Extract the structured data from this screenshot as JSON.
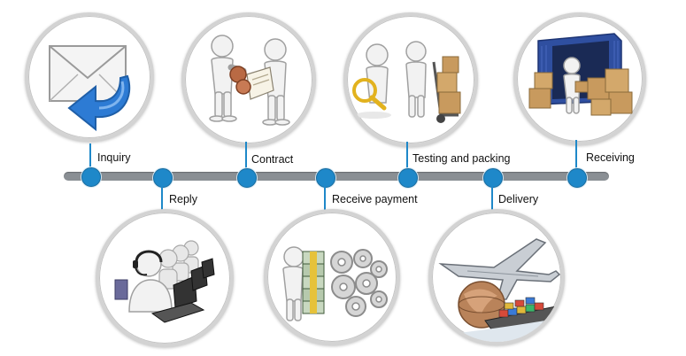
{
  "steps": {
    "inquiry": "Inquiry",
    "reply": "Reply",
    "contract": "Contract",
    "receive_payment": "Receive payment",
    "testing_packing": "Testing and packing",
    "delivery": "Delivery",
    "receiving": "Receiving"
  },
  "icons": {
    "inquiry": "envelope-reply-arrow-icon",
    "reply": "call-center-operators-icon",
    "contract": "handshake-contract-icon",
    "receive_payment": "money-gears-icon",
    "testing_packing": "inspection-cart-boxes-icon",
    "delivery": "airplane-ship-globe-icon",
    "receiving": "container-boxes-icon"
  },
  "colors": {
    "accent": "#1e88c9",
    "timeline": "#8a8f94"
  }
}
